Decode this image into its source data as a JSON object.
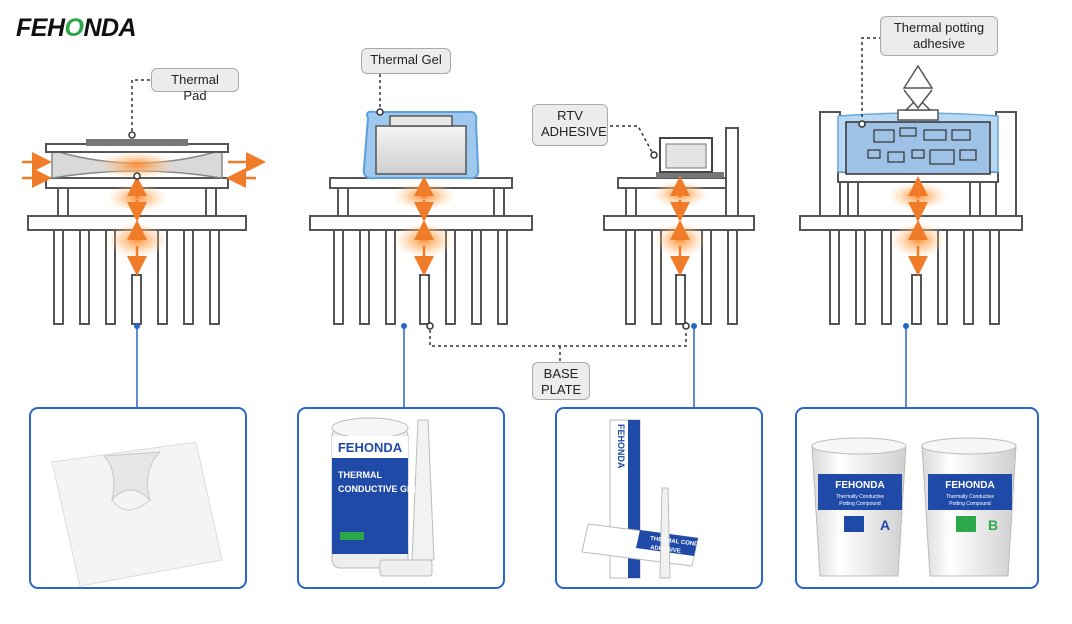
{
  "brand": {
    "logo_text": "FEHONDA",
    "accent_color": "#2ca84a"
  },
  "callouts": {
    "thermal_pad": "Thermal Pad",
    "thermal_gel": "Thermal Gel",
    "rtv_line1": "RTV",
    "rtv_line2": "ADHESIVE",
    "potting_line1": "Thermal potting",
    "potting_line2": "adhesive",
    "base_line1": "BASE",
    "base_line2": "PLATE"
  },
  "products": {
    "gel": {
      "brand": "FEHONDA",
      "line1": "THERMAL",
      "line2": "CONDUCTIVE GEL"
    },
    "rtv": {
      "brand": "FEHONDA",
      "line1": "THERMAL CONDUCTIVITY",
      "line2": "ADHESIVE"
    },
    "potting": {
      "brand": "FEHONDA",
      "subtitle_line1": "Thermally Conductive",
      "subtitle_line2": "Potting Compound",
      "bucket_a": "A",
      "bucket_b": "B"
    }
  },
  "colors": {
    "arrow": "#f07c2a",
    "glow": "#ffb066",
    "frame_blue": "#2a66c8",
    "gel_blue": "#9fc8ee"
  }
}
